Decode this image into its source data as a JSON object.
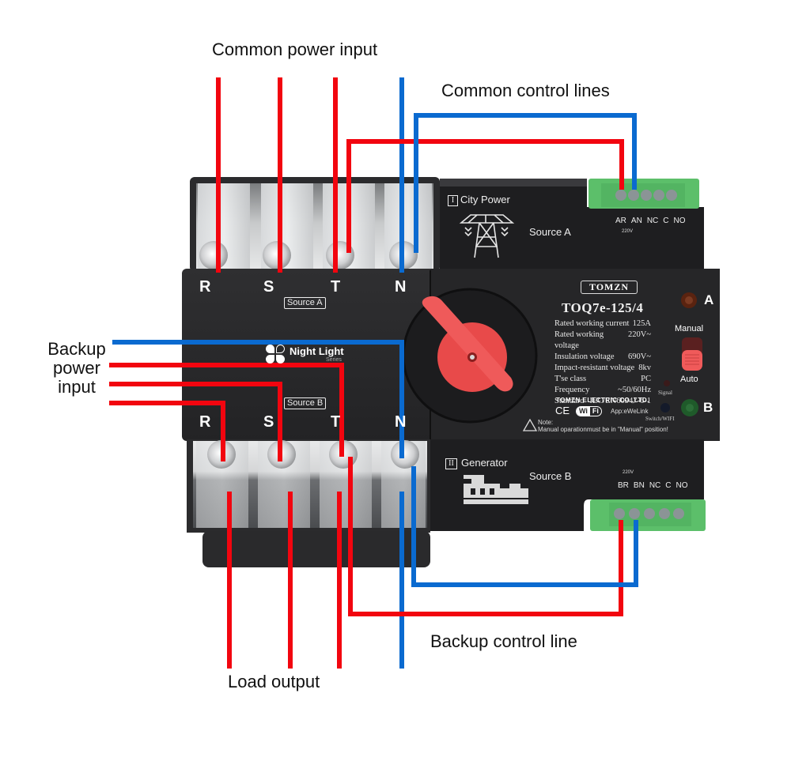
{
  "captions": {
    "common_power_input": "Common power input",
    "common_control_lines": "Common control lines",
    "backup_power_input": [
      "Backup",
      "power",
      "input"
    ],
    "backup_control_line": "Backup control line",
    "load_output": "Load output"
  },
  "colors": {
    "live_wire": "#f2050f",
    "neutral_wire": "#0a6ad0",
    "body": "#2a2a2c",
    "terminal_block": "#5cbf6a",
    "handle": "#e84a4a"
  },
  "source_a_terminals": [
    "R",
    "S",
    "T",
    "N"
  ],
  "source_b_terminals": [
    "R",
    "S",
    "T",
    "N"
  ],
  "source_a_tag": "Source A",
  "source_b_tag": "Source B",
  "series_logo": "Night Light",
  "series_sub": "Series",
  "top_panel": {
    "roman": "I",
    "title": "City Power",
    "source": "Source A",
    "icon": "power-tower-icon",
    "terminals": [
      "AR",
      "AN",
      "NC",
      "C",
      "NO"
    ],
    "voltage": "220V"
  },
  "bottom_panel": {
    "roman": "II",
    "title": "Generator",
    "source": "Source B",
    "icon": "generator-icon",
    "terminals": [
      "BR",
      "BN",
      "NC",
      "C",
      "NO"
    ],
    "voltage": "220V"
  },
  "nameplate": {
    "brand": "TOMZN",
    "model": "TOQ7e-125/4",
    "specs": [
      {
        "label": "Rated working current",
        "value": "125A"
      },
      {
        "label": "Rated working voltage",
        "value": "220V~"
      },
      {
        "label": "Insulation voltage",
        "value": "690V~"
      },
      {
        "label": "Impact-resistant voltage",
        "value": "8kv"
      },
      {
        "label": "T'se class",
        "value": "PC"
      },
      {
        "label": "Frequency",
        "value": "~50/60Hz"
      },
      {
        "label": "Standard",
        "value": "IEC/EN60947-6-1"
      }
    ],
    "company": "TOMZN ELECTRIC CO.,LTD.",
    "ce": "CE",
    "wifi_left": "Wi",
    "wifi_right": "Fi",
    "app": "App:eWeLink",
    "note_title": "Note:",
    "note_text": "Manual oparationmust be in \"Manual\" position!"
  },
  "indicators": {
    "a_label": "A",
    "b_label": "B",
    "signal_label": "Signal",
    "switch_wifi_label": "Switch/WIFI",
    "mode_top": "Manual",
    "mode_bottom": "Auto",
    "mode_selected": "Auto"
  }
}
